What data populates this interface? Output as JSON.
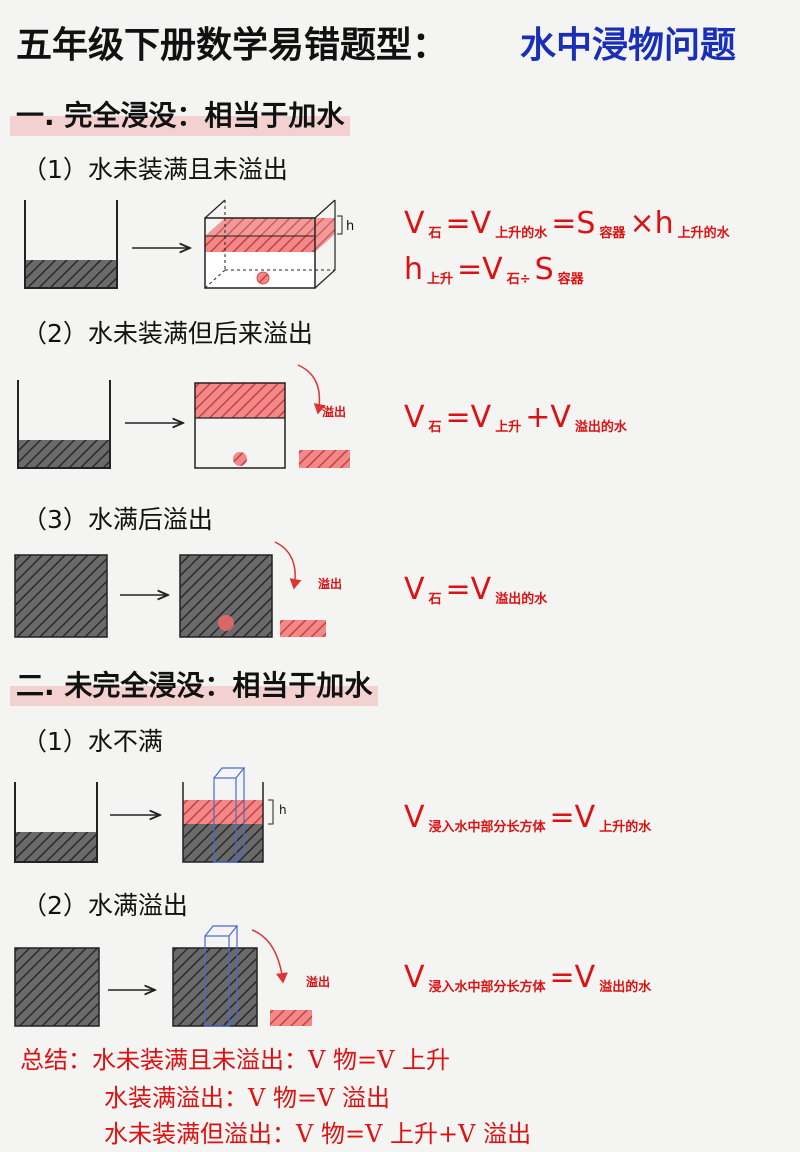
{
  "title": {
    "main": "五年级下册数学易错题型：",
    "accent": "水中浸物问题"
  },
  "section1": {
    "heading": "一. 完全浸没：相当于加水",
    "case1": {
      "label": "（1）水未装满且未溢出",
      "h_label": "h",
      "formula1": {
        "v": "V",
        "s1": "石",
        "eq1": "=V",
        "s2": "上升的水",
        "eq2": "=S",
        "s3": "容器",
        "times": "×h",
        "s4": "上升的水"
      },
      "formula2": {
        "h": "h",
        "s1": "上升",
        "eq": "=V",
        "s2": "石÷",
        "S": "S",
        "s3": "容器"
      }
    },
    "case2": {
      "label": "（2）水未装满但后来溢出",
      "overflow_label": "溢出",
      "formula": {
        "v": "V",
        "s1": "石",
        "eq": "=V",
        "s2": "上升",
        "plus": "+V",
        "s3": "溢出的水"
      }
    },
    "case3": {
      "label": "（3）水满后溢出",
      "overflow_label": "溢出",
      "formula": {
        "v": "V",
        "s1": "石",
        "eq": "=V",
        "s2": "溢出的水"
      }
    }
  },
  "section2": {
    "heading": "二. 未完全浸没：相当于加水",
    "case1": {
      "label": "（1）水不满",
      "h_label": "h",
      "formula": {
        "v": "V",
        "s1": "浸入水中部分长方体",
        "eq": "=V",
        "s2": "上升的水"
      }
    },
    "case2": {
      "label": "（2）水满溢出",
      "overflow_label": "溢出",
      "formula": {
        "v": "V",
        "s1": "浸入水中部分长方体",
        "eq": "=V",
        "s2": "溢出的水"
      }
    }
  },
  "summary": {
    "line1": "总结：水未装满且未溢出：V 物=V 上升",
    "line2": "水装满溢出：V 物=V 溢出",
    "line3": "水未装满但溢出：V 物=V 上升+V 溢出"
  },
  "colors": {
    "accent_blue": "#1a2fb8",
    "red": "#d11111",
    "hatch_gray": "#444444",
    "hatch_red": "#e05555"
  }
}
